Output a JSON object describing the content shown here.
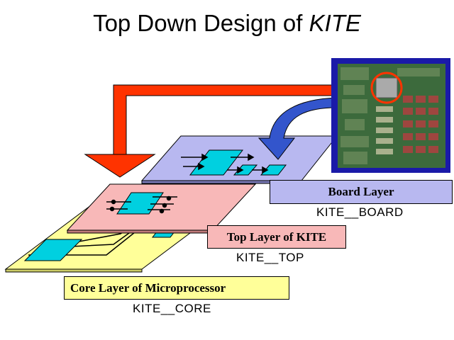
{
  "title": {
    "prefix": "Top Down Design of ",
    "emphasis": "KITE"
  },
  "layers": {
    "board": {
      "label": "Board Layer",
      "code": "KITE__BOARD",
      "color": "#b8b8f0"
    },
    "top": {
      "label": "Top Layer of KITE",
      "code": "KITE__TOP",
      "color": "#f8b8b8"
    },
    "core": {
      "label": "Core Layer of Microprocessor",
      "code": "KITE__CORE",
      "color": "#ffff99"
    }
  },
  "colors": {
    "red_arrow": "#ff3300",
    "blue_arrow": "#3355cc",
    "frame": "#1a1aa8",
    "block": "#00d0e0"
  }
}
